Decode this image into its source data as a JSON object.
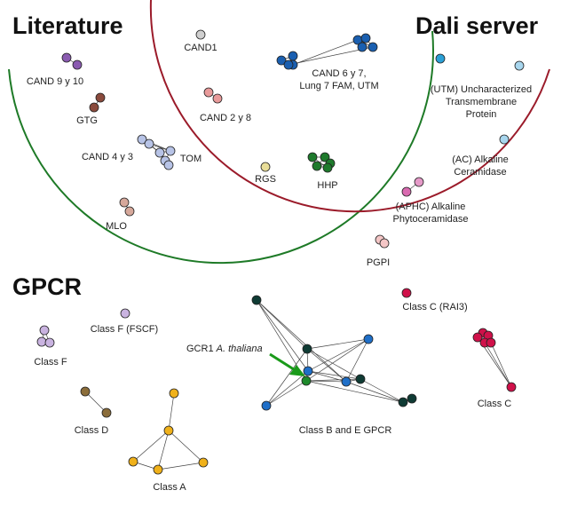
{
  "headings": {
    "literature": "Literature",
    "dali": "Dali server",
    "gpcr": "GPCR"
  },
  "colors": {
    "literature_circle": "#1e7a27",
    "dali_circle": "#9b1b2a",
    "arrow": "#1a9a1a",
    "edge": "#444444"
  },
  "labels": {
    "cand1": "CAND1",
    "cand910": "CAND 9 y 10",
    "gtg": "GTG",
    "cand28": "CAND 2 y 8",
    "cand67_l1": "CAND 6 y 7,",
    "cand67_l2": "Lung 7 FAM, UTM",
    "cand43": "CAND 4 y 3",
    "tom": "TOM",
    "rgs": "RGS",
    "hhp": "HHP",
    "mlo": "MLO",
    "utm_l1": "(UTM) Uncharacterized",
    "utm_l2": "Transmembrane",
    "utm_l3": "Protein",
    "ac_l1": "(AC) Alkaline",
    "ac_l2": "Ceramidase",
    "aphc_l1": "(APHC) Alkaline",
    "aphc_l2": "Phytoceramidase",
    "pgpi": "PGPI",
    "classc_rai3": "Class C (RAI3)",
    "classf_fscf": "Class F (FSCF)",
    "classf": "Class F",
    "gcr1_prefix": "GCR1 ",
    "gcr1_species": "A. thaliana",
    "classc": "Class C",
    "classd": "Class D",
    "classbe": "Class B and E GPCR",
    "classa": "Class A"
  }
}
